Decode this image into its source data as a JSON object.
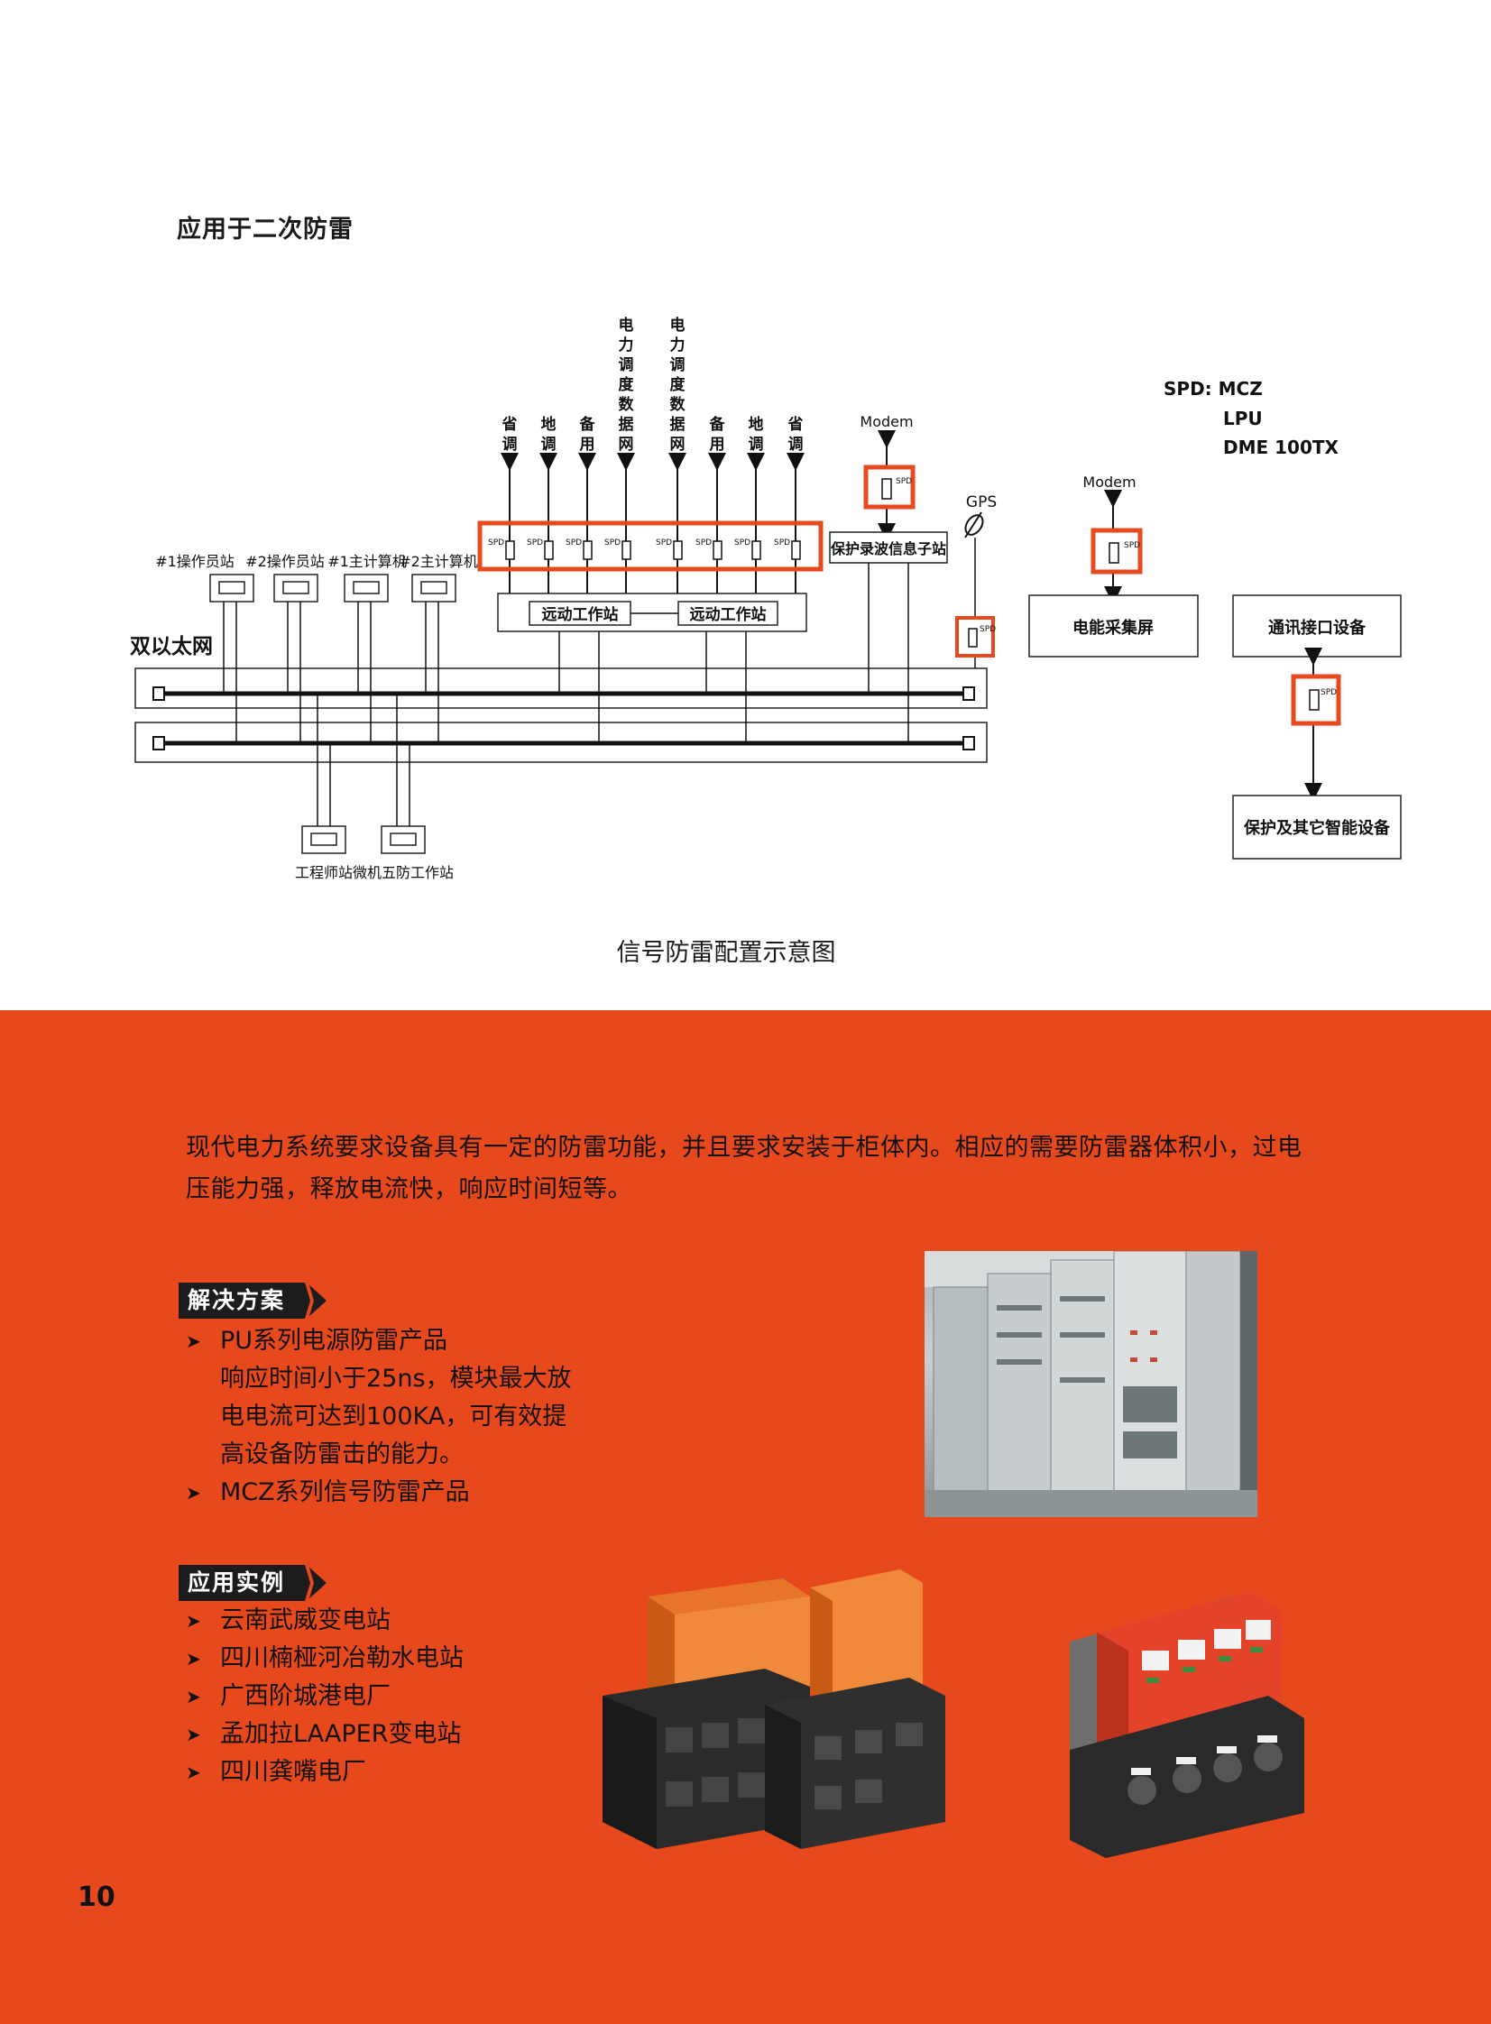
{
  "page": {
    "section_title": "应用于二次防雷",
    "caption": "信号防雷配置示意图",
    "page_number": "10"
  },
  "diagram": {
    "spd_legend": [
      "SPD:  MCZ",
      "LPU",
      "DME 100TX"
    ],
    "network_label": "双以太网",
    "stations_top": [
      "#1操作员站",
      "#2操作员站",
      "#1主计算机",
      "#2主计算机"
    ],
    "stations_bottom": [
      "工程师站",
      "微机五防工作站"
    ],
    "remote_stations": [
      "远动工作站",
      "远动工作站"
    ],
    "vertical_labels": [
      "省调",
      "地调",
      "备用",
      "电力调度数据网",
      "电力调度数据网",
      "备用",
      "地调",
      "省调"
    ],
    "spd_tag": "SPD",
    "modem": "Modem",
    "gps": "GPS",
    "boxes": {
      "protection_substation": "保护录波信息子站",
      "energy_screen": "电能采集屏",
      "comm_interface": "通讯接口设备",
      "protection_devices": "保护及其它智能设备"
    }
  },
  "intro_lines": [
    "现代电力系统要求设备具有一定的防雷功能，并且要求安装于柜体内。相应的需要防雷器体积小，过电",
    "压能力强，释放电流快，响应时间短等。"
  ],
  "solutions": {
    "tag": "解决方案",
    "items": [
      {
        "text": "PU系列电源防雷产品",
        "bullet": true
      },
      {
        "text": "响应时间小于25ns，模块最大放",
        "bullet": false
      },
      {
        "text": "电电流可达到100KA，可有效提",
        "bullet": false
      },
      {
        "text": "高设备防雷击的能力。",
        "bullet": false
      },
      {
        "text": "MCZ系列信号防雷产品",
        "bullet": true
      }
    ]
  },
  "cases": {
    "tag": "应用实例",
    "items": [
      "云南武威变电站",
      "四川楠桠河冶勒水电站",
      "广西阶城港电厂",
      "孟加拉LAAPER变电站",
      "四川龚嘴电厂"
    ]
  },
  "colors": {
    "accent": "#e8491c",
    "spd_box": "#e8491c",
    "tag_bg": "#1c1c1c"
  },
  "bullet_glyph": "➤"
}
